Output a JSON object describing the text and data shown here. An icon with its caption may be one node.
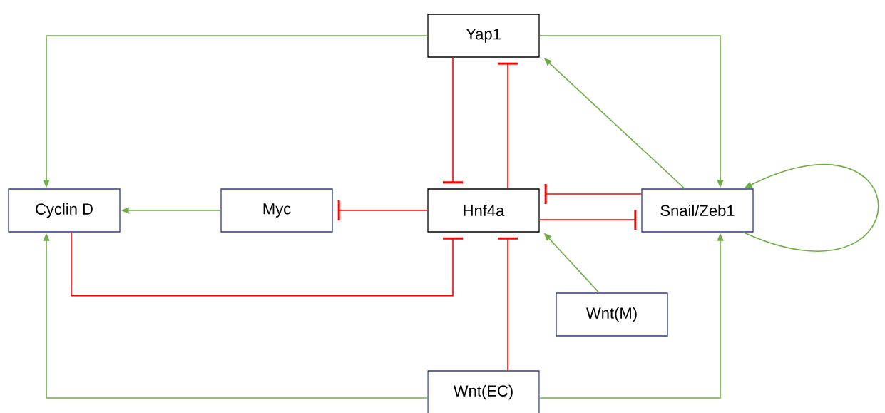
{
  "diagram": {
    "nodes": [
      {
        "text": [
          "Yap1"
        ]
      },
      {
        "text": [
          "Cyclin D"
        ]
      },
      {
        "text": [
          "Myc"
        ]
      },
      {
        "text": [
          "Hnf4a"
        ]
      },
      {
        "text": [
          "Snail/Zeb1"
        ]
      },
      {
        "text": [
          "Wnt(M)"
        ]
      },
      {
        "text": [
          "Wnt(EC)"
        ]
      }
    ],
    "edges": [
      {
        "from": 0,
        "to": 1,
        "arrow": "to"
      },
      {
        "from": 0,
        "to": 4,
        "arrow": "to"
      },
      {
        "from": 0,
        "to": 3,
        "arrow": "other",
        "color": "#ff0000"
      },
      {
        "from": 3,
        "to": 0,
        "arrow": "other",
        "color": "#ff0000"
      },
      {
        "from": 4,
        "to": 0,
        "arrow": "to"
      },
      {
        "from": 4,
        "to": 4,
        "arrow": "to"
      },
      {
        "from": 2,
        "to": 1,
        "arrow": "to"
      },
      {
        "from": 3,
        "to": 2,
        "arrow": "other",
        "color": "#ff0000"
      },
      {
        "from": 4,
        "to": 3,
        "arrow": "other",
        "color": "#ff0000"
      },
      {
        "from": 3,
        "to": 4,
        "arrow": "other",
        "color": "#ff0000"
      },
      {
        "from": 1,
        "to": 3,
        "arrow": "other",
        "color": "#ff0000"
      },
      {
        "from": 5,
        "to": 3,
        "arrow": "to"
      },
      {
        "from": 6,
        "to": 3,
        "arrow": "other",
        "color": "#ff0000"
      },
      {
        "from": 6,
        "to": 1,
        "arrow": "to"
      },
      {
        "from": 6,
        "to": 4,
        "arrow": "to"
      }
    ]
  }
}
